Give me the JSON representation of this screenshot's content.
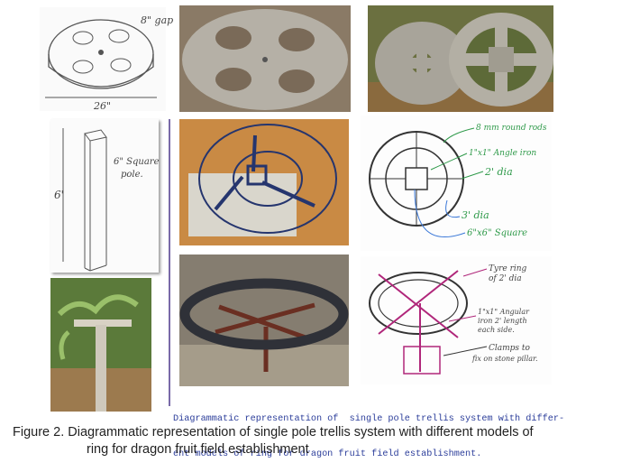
{
  "panels": {
    "sketch_wheel": {
      "gap_label": "8\" gap",
      "dia_label": "26\""
    },
    "sketch_pole": {
      "height_label": "6'",
      "square_label": "6\" Square",
      "pole_label": "pole."
    },
    "sketch_ring_plan": {
      "labels": [
        "8 mm round rods",
        "1\"x1\" Angle iron",
        "2' dia",
        "3' dia",
        "6\"x6\" Square"
      ]
    },
    "sketch_tyre_ring": {
      "labels": [
        "Tyre ring",
        "of 2' dia",
        "1\"x1\" Angular",
        "iron 2' length",
        "each side.",
        "Clamps to",
        "fix on stone pillar."
      ]
    }
  },
  "inner_caption": {
    "line1": "Diagrammatic representation of  single pole trellis system with differ-",
    "line2": "ent models of ring for dragon fruit field establishment."
  },
  "figure_caption": {
    "line1": "Figure 2. Diagrammatic representation of single pole trellis system with different models of",
    "line2": "ring for dragon fruit field establishment"
  },
  "colors": {
    "inner_caption": "#2b3d9a",
    "sketch_green": "#2f9a4a",
    "sketch_magenta": "#b0267a",
    "divider": "#7a6aa8"
  }
}
